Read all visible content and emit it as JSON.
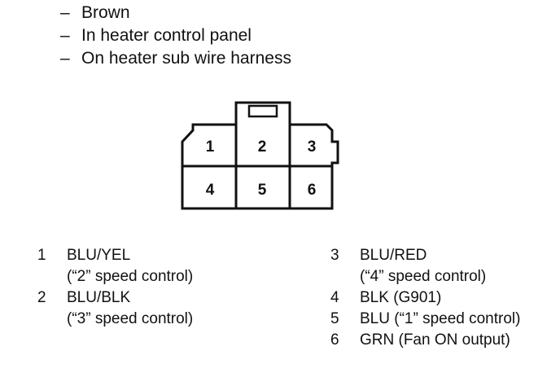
{
  "header": {
    "lines": [
      "Brown",
      "In heater control panel",
      "On heater sub wire harness"
    ],
    "dash": "–"
  },
  "connector": {
    "cells": [
      "1",
      "2",
      "3",
      "4",
      "5",
      "6"
    ]
  },
  "legend": {
    "left": [
      {
        "num": "1",
        "wire": "BLU/YEL",
        "desc": "(“2” speed control)"
      },
      {
        "num": "2",
        "wire": "BLU/BLK",
        "desc": "(“3” speed control)"
      }
    ],
    "right": [
      {
        "num": "3",
        "wire": "BLU/RED",
        "desc": "(“4” speed control)"
      },
      {
        "num": "4",
        "wire": "BLK (G901)",
        "desc": ""
      },
      {
        "num": "5",
        "wire": "BLU (“1” speed control)",
        "desc": ""
      },
      {
        "num": "6",
        "wire": "GRN (Fan ON output)",
        "desc": ""
      }
    ]
  }
}
